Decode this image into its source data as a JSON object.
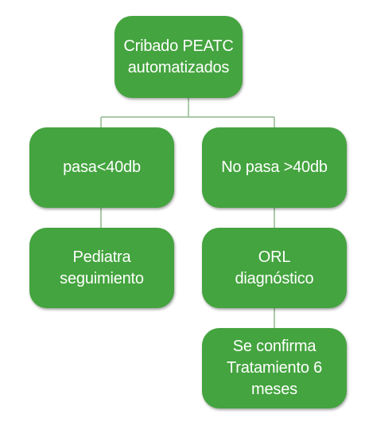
{
  "colors": {
    "node_fill": "#44a43f",
    "node_text": "#ffffff",
    "connector": "#8fb98c"
  },
  "nodes": {
    "root": {
      "line1": "Cribado PEATC",
      "line2": "automatizados"
    },
    "pasa": {
      "line1": "pasa<40db"
    },
    "no_pasa": {
      "line1": "No pasa >40db"
    },
    "pediatra": {
      "line1": "Pediatra",
      "line2": "seguimiento"
    },
    "orl": {
      "line1": "ORL",
      "line2": "diagnóstico"
    },
    "confirma": {
      "line1": "Se confirma",
      "line2": "Tratamiento 6",
      "line3": "meses"
    }
  }
}
